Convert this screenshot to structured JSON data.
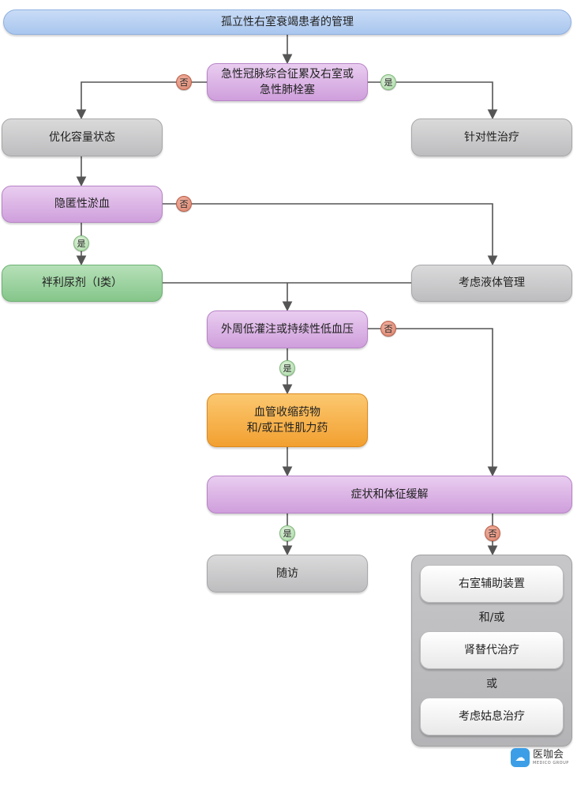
{
  "diagram": {
    "title": "孤立性右室衰竭患者的管理",
    "nodes": {
      "acs_pe": "急性冠脉综合征累及右室或\n急性肺栓塞",
      "optimize_volume": "优化容量状态",
      "targeted_therapy": "针对性治疗",
      "occult_congestion": "隐匿性淤血",
      "loop_diuretic": "袢利尿剂（I类）",
      "fluid_management": "考虑液体管理",
      "hypoperfusion": "外周低灌注或持续性低血压",
      "vasopressor": "血管收缩药物\n和/或正性肌力药",
      "symptom_relief": "症状和体征缓解",
      "follow_up": "随访",
      "rv_assist": "右室辅助装置",
      "renal_replacement": "肾替代治疗",
      "palliative": "考虑姑息治疗"
    },
    "connectors": {
      "and_or": "和/或",
      "or": "或"
    },
    "badges": {
      "yes": "是",
      "no": "否"
    },
    "colors": {
      "title_fill": "#b8d0f2",
      "decision_fill": "#d9b0e4",
      "action_fill": "#c8c8ca",
      "diuretic_fill": "#9ccf9f",
      "drug_fill": "#f6b149",
      "arrow": "#555555"
    }
  },
  "logo": {
    "icon": "chat-bubble-icon",
    "name": "医咖会",
    "sub": "MEDICO GROUP"
  }
}
